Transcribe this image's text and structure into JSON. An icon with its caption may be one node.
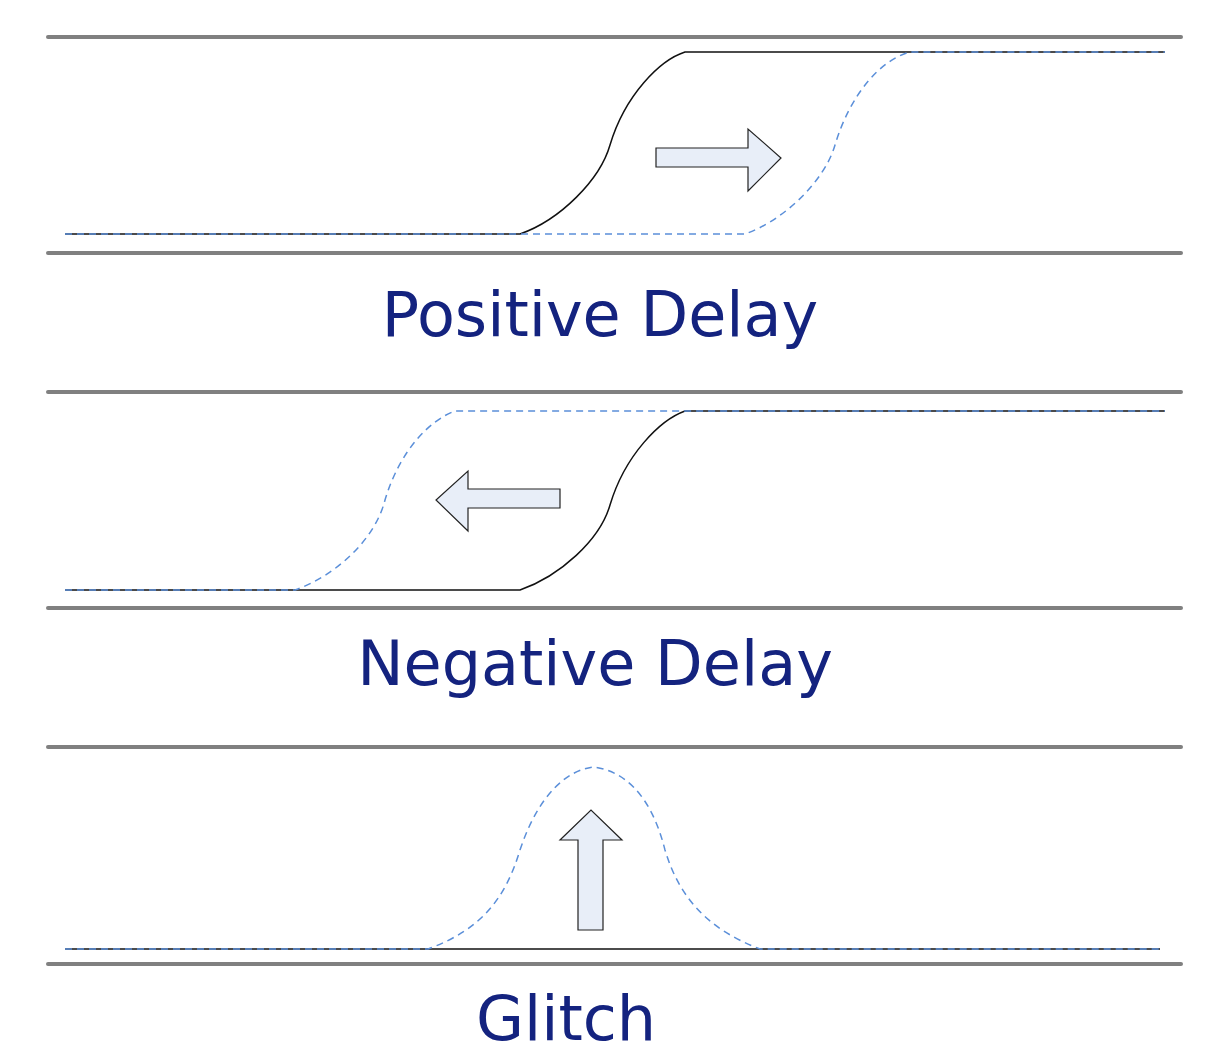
{
  "diagram": {
    "labels": [
      "Positive Delay",
      "Negative Delay",
      "Glitch"
    ]
  }
}
